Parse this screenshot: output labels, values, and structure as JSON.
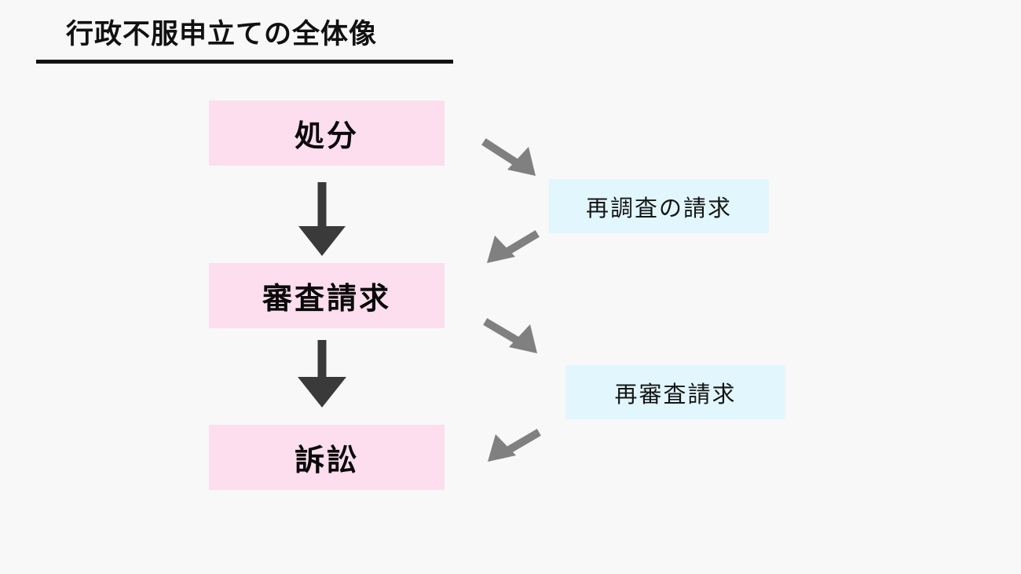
{
  "diagram": {
    "title": "行政不服申立ての全体像",
    "background_color": "#f8f8f8",
    "primary_box_color": "#fcdeee",
    "secondary_box_color": "#e2f7fd",
    "vertical_arrow_color": "#3a3a3a",
    "diagonal_arrow_color": "#808080",
    "title_rule_color": "#111111",
    "nodes": {
      "shobun": "処分",
      "shinsa_seikyu": "審査請求",
      "soshou": "訴訟",
      "saichousa_no_seikyu": "再調査の請求",
      "saishinsa_seikyu": "再審査請求"
    },
    "flow": [
      {
        "from": "処分",
        "to": "審査請求",
        "style": "vertical-down"
      },
      {
        "from": "審査請求",
        "to": "訴訟",
        "style": "vertical-down"
      },
      {
        "from": "処分",
        "to": "再調査の請求",
        "style": "diagonal-down-right"
      },
      {
        "from": "再調査の請求",
        "to": "審査請求",
        "style": "diagonal-down-left"
      },
      {
        "from": "審査請求",
        "to": "再審査請求",
        "style": "diagonal-down-right"
      },
      {
        "from": "再審査請求",
        "to": "訴訟",
        "style": "diagonal-down-left"
      }
    ]
  }
}
